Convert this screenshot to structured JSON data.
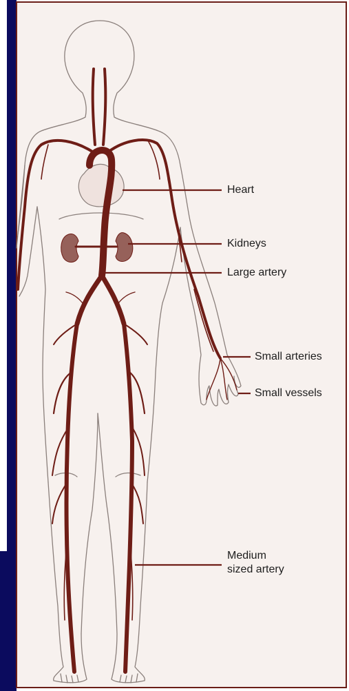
{
  "diagram": {
    "colors": {
      "background": "#f7f1ee",
      "frame": "#6a1d17",
      "artery": "#6e1d16",
      "outline": "#8a7f7b",
      "kidney": "#96615a",
      "sidebar": "#0b0b5e"
    },
    "labels": {
      "heart": "Heart",
      "kidneys": "Kidneys",
      "large_artery": "Large artery",
      "small_arteries": "Small arteries",
      "small_vessels": "Small vessels",
      "medium_artery_line1": "Medium",
      "medium_artery_line2": "sized artery"
    }
  }
}
